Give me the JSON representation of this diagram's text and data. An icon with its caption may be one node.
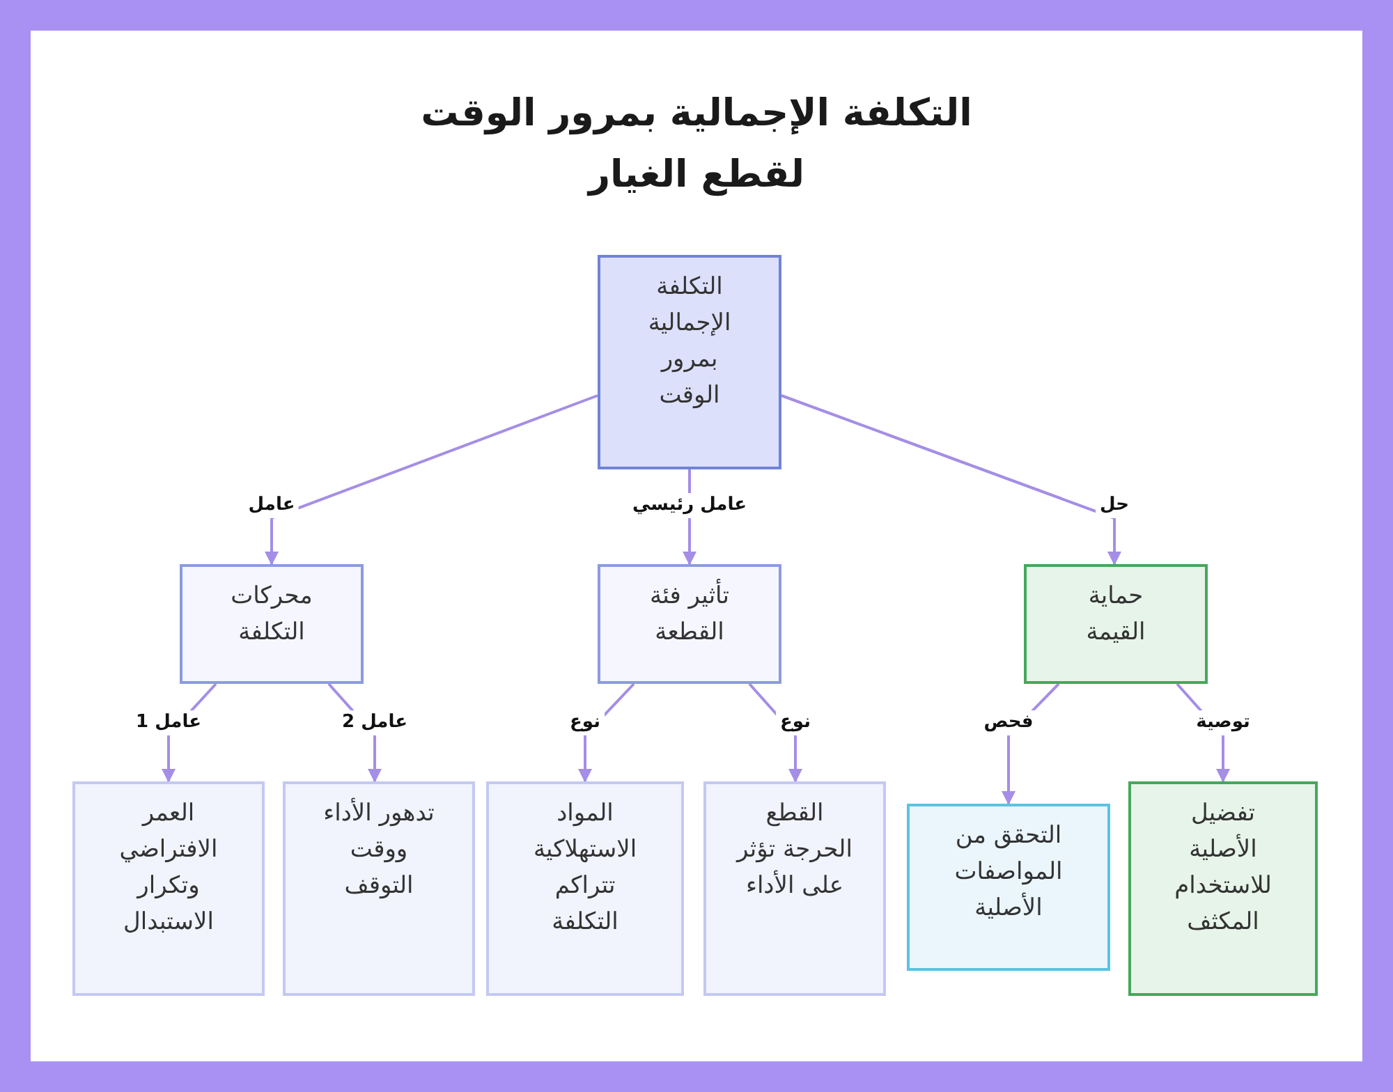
{
  "diagram": {
    "title": "التكلفة الإجمالية بمرور الوقت لقطع الغيار",
    "nodes": [
      {
        "text": [
          "التكلفة الإجمالية بمرور الوقت"
        ]
      },
      {
        "text": [
          "محركات التكلفة"
        ]
      },
      {
        "text": [
          "تأثير فئة القطعة"
        ]
      },
      {
        "text": [
          "حماية القيمة"
        ]
      },
      {
        "text": [
          "العمر الافتراضي وتكرار الاستبدال"
        ]
      },
      {
        "text": [
          "تدهور الأداء ووقت التوقف"
        ]
      },
      {
        "text": [
          "المواد الاستهلاكية تتراكم التكلفة"
        ]
      },
      {
        "text": [
          "القطع الحرجة تؤثر على الأداء"
        ]
      },
      {
        "text": [
          "التحقق من المواصفات الأصلية"
        ]
      },
      {
        "text": [
          "تفضيل الأصلية للاستخدام المكثف"
        ]
      }
    ],
    "edges": [
      {
        "from": 0,
        "to": 1,
        "arrow": "to",
        "label": "عامل"
      },
      {
        "from": 0,
        "to": 2,
        "arrow": "to",
        "label": "عامل رئيسي"
      },
      {
        "from": 0,
        "to": 3,
        "arrow": "to",
        "label": "حل"
      },
      {
        "from": 1,
        "to": 4,
        "arrow": "to",
        "label": "عامل 1"
      },
      {
        "from": 1,
        "to": 5,
        "arrow": "to",
        "label": "عامل 2"
      },
      {
        "from": 2,
        "to": 6,
        "arrow": "to",
        "label": "نوع"
      },
      {
        "from": 2,
        "to": 7,
        "arrow": "to",
        "label": "نوع"
      },
      {
        "from": 3,
        "to": 8,
        "arrow": "to",
        "label": "فحص"
      },
      {
        "from": 3,
        "to": 9,
        "arrow": "to",
        "label": "توصية"
      }
    ]
  }
}
